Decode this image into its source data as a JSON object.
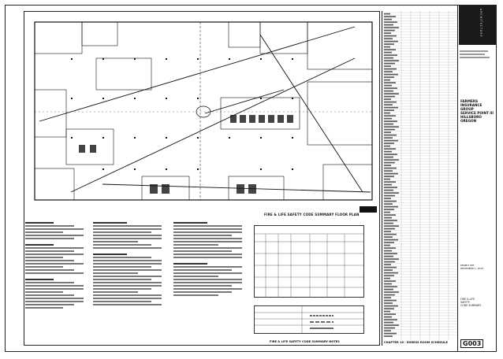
{
  "plan": {
    "title": "FIRE & LIFE SAFETY CODE SUMMARY FLOOR PLAN"
  },
  "notes": {
    "footer_title": "FIRE & LIFE SAFETY CODE SUMMARY NOTES",
    "schedule_title": "CHAPTER 10 - EGRESS ROOM SCHEDULE"
  },
  "titleblock": {
    "architect": "ARCHITECTURE",
    "project_name": [
      "FARMERS",
      "INSURANCE",
      "GROUP",
      "SERVICE POINT III",
      "HILLSBORO",
      "OREGON"
    ],
    "submittal": [
      "PERMIT SET",
      "DECEMBER 1, 2015"
    ],
    "sheet_name": [
      "FIRE & LIFE",
      "SAFETY",
      "CODE SUMMARY"
    ],
    "sheet_number": "G003"
  },
  "colors": {
    "line": "#111111",
    "hatch": "#555555",
    "titleblock_dark": "#1a1a1a"
  }
}
